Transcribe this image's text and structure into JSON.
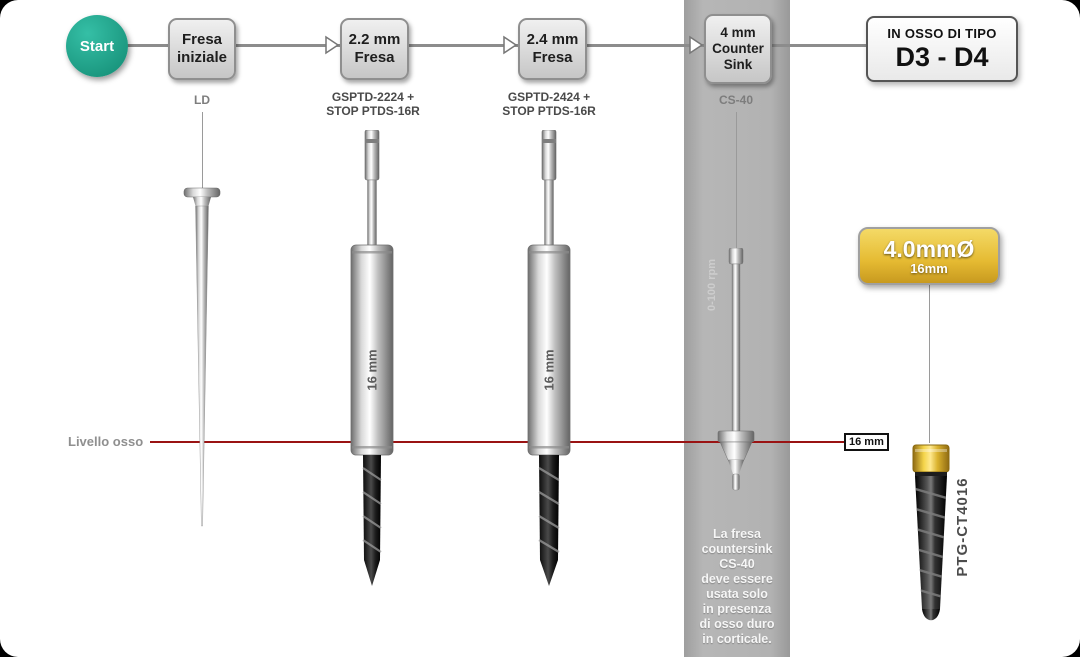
{
  "flow": {
    "start": "Start",
    "step1": {
      "l1": "Fresa",
      "l2": "iniziale",
      "sub": "LD"
    },
    "step2": {
      "l1": "2.2 mm",
      "l2": "Fresa",
      "sub1": "GSPTD-2224 +",
      "sub2": "STOP PTDS-16R"
    },
    "step3": {
      "l1": "2.4 mm",
      "l2": "Fresa",
      "sub1": "GSPTD-2424 +",
      "sub2": "STOP PTDS-16R"
    },
    "step4": {
      "l1": "4 mm",
      "l2": "Counter",
      "l3": "Sink",
      "sub": "CS-40"
    },
    "result": {
      "l1": "IN OSSO DI TIPO",
      "l2": "D3 - D4"
    }
  },
  "tools": {
    "rpm": "0-100 rpm",
    "shaft_length": "16 mm"
  },
  "bone": {
    "label": "Livello osso",
    "depth": "16 mm"
  },
  "implant": {
    "diameter": "4.0mmØ",
    "length": "16mm",
    "code": "PTG-CT4016"
  },
  "note": {
    "text": "La fresa\ncountersink\nCS-40\ndeve essere\nusata solo\nin presenza\ndi osso duro\nin corticale."
  },
  "colors": {
    "teal": "#17A38B",
    "red_line": "#9A1313",
    "band_gray": "#ACACAC",
    "gold": "#E3B72F"
  }
}
